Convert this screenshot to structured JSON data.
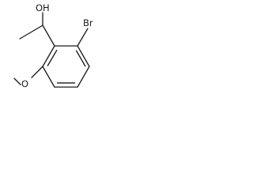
{
  "molecule": {
    "atom_labels": {
      "hydroxyl": "OH",
      "bromine": "Br",
      "methoxy_oxygen": "O"
    },
    "bond_color": "#1a1a1a",
    "label_color": "#1a1a1a",
    "background_color": "#ffffff"
  }
}
